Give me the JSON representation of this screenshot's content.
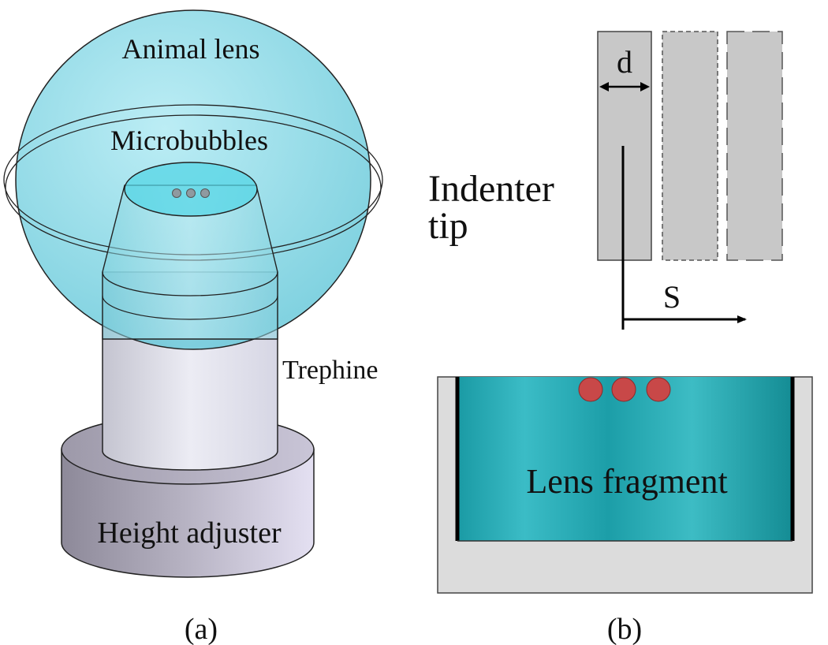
{
  "panel_a": {
    "labels": {
      "animal_lens": "Animal lens",
      "microbubbles": "Microbubbles",
      "trephine": "Trephine",
      "height_adjuster": "Height adjuster"
    },
    "caption": "(a)"
  },
  "panel_b": {
    "labels": {
      "d": "d",
      "indenter_line1": "Indenter",
      "indenter_line2": "tip",
      "s": "S",
      "lens_fragment": "Lens fragment"
    },
    "caption": "(b)"
  },
  "colors": {
    "lens": "#7fd6e6",
    "trephine": "#dcdce8",
    "adjuster": "#a8a4b4",
    "indenter": "#c8c8c8",
    "fragment": "#2aa8b0",
    "bubble": "#c84848"
  }
}
